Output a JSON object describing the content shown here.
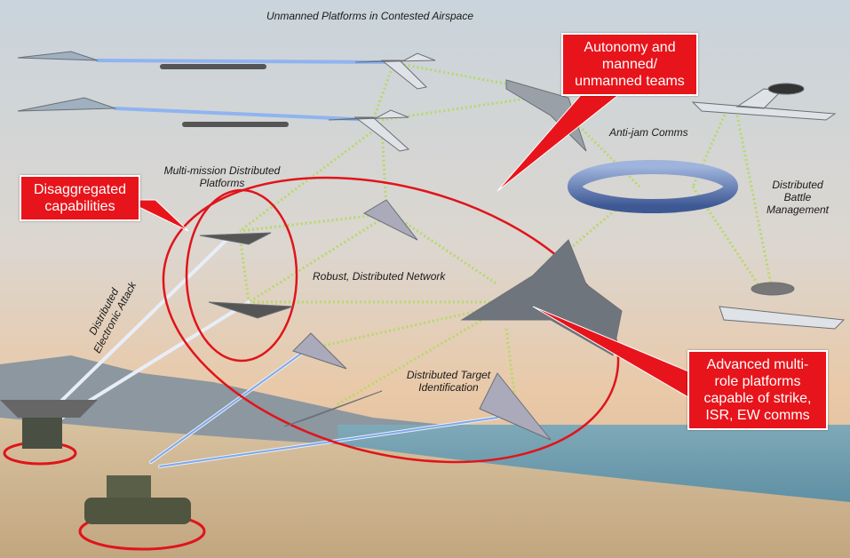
{
  "title": "Unmanned Platforms in Contested Airspace",
  "labels": {
    "anti_jam": "Anti-jam Comms",
    "battle_mgmt": "Distributed Battle Management",
    "multi_mission": "Multi-mission Distributed Platforms",
    "network": "Robust, Distributed Network",
    "electronic_attack": "Distributed Electronic Attack",
    "target_id": "Distributed Target Identification"
  },
  "callouts": {
    "autonomy": "Autonomy and manned/ unmanned teams",
    "disaggregated": "Disaggregated capabilities",
    "advanced": "Advanced multi-role platforms capable of strike, ISR, EW comms"
  },
  "colors": {
    "callout": "#e8141b",
    "network_link": "#b6d96a",
    "ellipse": "#e0141b",
    "beam": "#7fa8e8"
  }
}
